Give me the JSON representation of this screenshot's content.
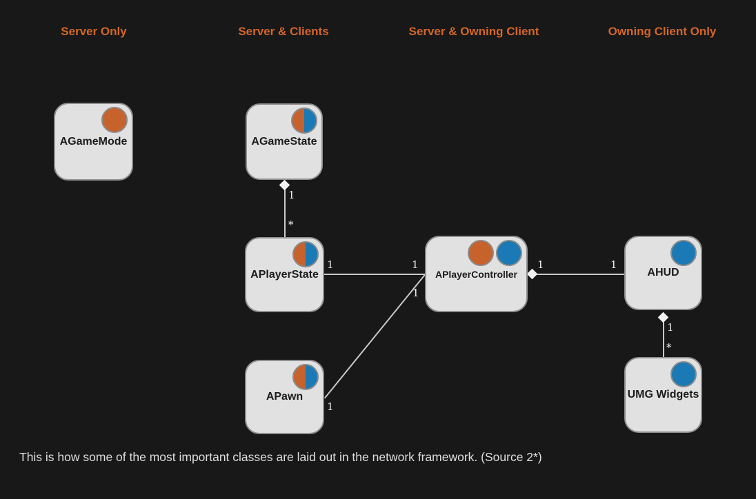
{
  "headers": [
    {
      "label": "Server Only"
    },
    {
      "label": "Server & Clients"
    },
    {
      "label": "Server & Owning Client"
    },
    {
      "label": "Owning Client Only"
    }
  ],
  "nodes": [
    {
      "label": "AGameMode",
      "badges": [
        "orange"
      ]
    },
    {
      "label": "AGameState",
      "badges": [
        "split"
      ]
    },
    {
      "label": "APlayerState",
      "badges": [
        "split"
      ]
    },
    {
      "label": "APlayerController",
      "badges": [
        "orange",
        "blue"
      ]
    },
    {
      "label": "AHUD",
      "badges": [
        "blue"
      ]
    },
    {
      "label": "APawn",
      "badges": [
        "split"
      ]
    },
    {
      "label": "UMG Widgets",
      "badges": [
        "blue"
      ]
    }
  ],
  "edges": [
    {
      "from": "AGameState",
      "to": "APlayerState",
      "kind": "aggregation",
      "from_label": "1",
      "to_label": "*"
    },
    {
      "from": "APlayerState",
      "to": "APlayerController",
      "kind": "association",
      "from_label": "1",
      "to_label": "1"
    },
    {
      "from": "APawn",
      "to": "APlayerController",
      "kind": "association",
      "from_label": "1",
      "to_label": "1"
    },
    {
      "from": "APlayerController",
      "to": "AHUD",
      "kind": "aggregation",
      "from_label": "1",
      "to_label": "1"
    },
    {
      "from": "AHUD",
      "to": "UMG Widgets",
      "kind": "aggregation",
      "from_label": "1",
      "to_label": "*"
    }
  ],
  "colors": {
    "background": "#181818",
    "header_text": "#d2662a",
    "server_circle": "#c8622d",
    "client_circle": "#1b7ab5",
    "node_fill": "#e1e1e1",
    "connector": "#c9c9c9"
  },
  "caption": "This is how some of the most important classes are laid out in the network framework. (Source 2*)"
}
